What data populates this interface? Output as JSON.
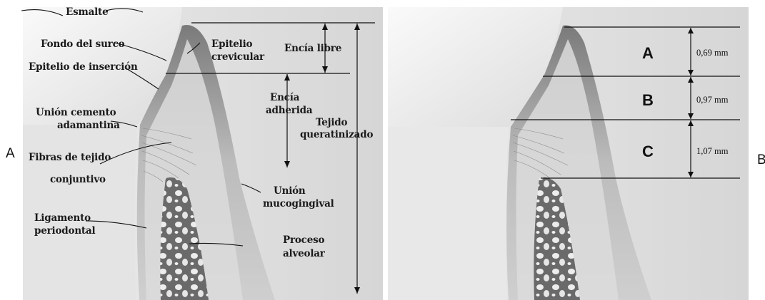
{
  "panel_a": {
    "side_label": "A",
    "labels": {
      "esmalte": "Esmalte",
      "fondo_surco": "Fondo del surco",
      "epitelio_insercion": "Epitelio de inserción",
      "union_cemento_1": "Unión cemento",
      "union_cemento_2": "adamantina",
      "fibras_1": "Fibras de tejido",
      "fibras_2": "conjuntivo",
      "ligamento_1": "Ligamento",
      "ligamento_2": "periodontal",
      "epitelio_crev_1": "Epitelio",
      "epitelio_crev_2": "crevicular",
      "encia_libre": "Encía libre",
      "encia_adh_1": "Encía",
      "encia_adh_2": "adherida",
      "tejido_1": "Tejido",
      "tejido_2": "queratinizado",
      "union_muco_1": "Unión",
      "union_muco_2": "mucogingival",
      "proceso_1": "Proceso",
      "proceso_2": "alveolar"
    }
  },
  "panel_b": {
    "side_label": "B",
    "zones": [
      {
        "letter": "A",
        "measure": "0,69 mm"
      },
      {
        "letter": "B",
        "measure": "0,97 mm"
      },
      {
        "letter": "C",
        "measure": "1,07 mm"
      }
    ]
  },
  "colors": {
    "background": "#ffffff",
    "tissue_light": "#e9e9e9",
    "tissue_mid": "#bdbdbd",
    "tissue_dark": "#555555",
    "enamel": "#f2f2f2",
    "ink": "#111111"
  }
}
